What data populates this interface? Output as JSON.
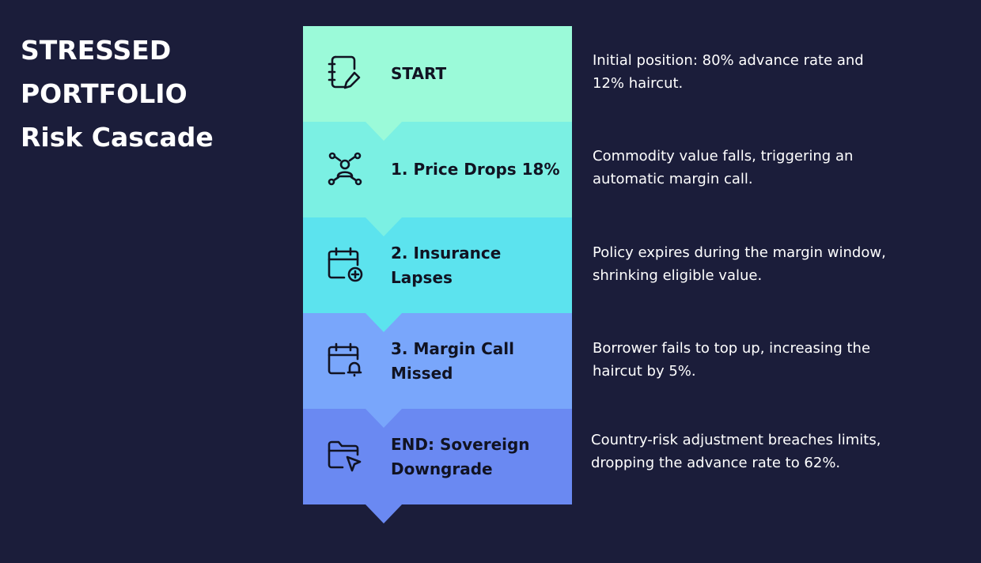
{
  "title": {
    "line1": "STRESSED",
    "line2": "PORTFOLIO",
    "line3": "Risk Cascade"
  },
  "steps": [
    {
      "label": "START",
      "description": "Initial position: 80% advance rate and 12% haircut.",
      "icon": "notebook-pen-icon",
      "color": "#9bfad9"
    },
    {
      "label": "1. Price Drops 18%",
      "description": "Commodity value falls, triggering an automatic margin call.",
      "icon": "user-network-icon",
      "color": "#7bf0e3"
    },
    {
      "label": "2. Insurance Lapses",
      "description": "Policy expires during the margin window, shrinking eligible value.",
      "icon": "calendar-plus-icon",
      "color": "#5ce3ee"
    },
    {
      "label": "3. Margin Call Missed",
      "description": "Borrower fails to top up, increasing the haircut by 5%.",
      "icon": "calendar-bell-icon",
      "color": "#79a6fb"
    },
    {
      "label": "END: Sovereign Downgrade",
      "description": "Country-risk adjustment breaches limits, dropping the advance rate to 62%.",
      "icon": "folder-cursor-icon",
      "color": "#6a89f2"
    }
  ]
}
